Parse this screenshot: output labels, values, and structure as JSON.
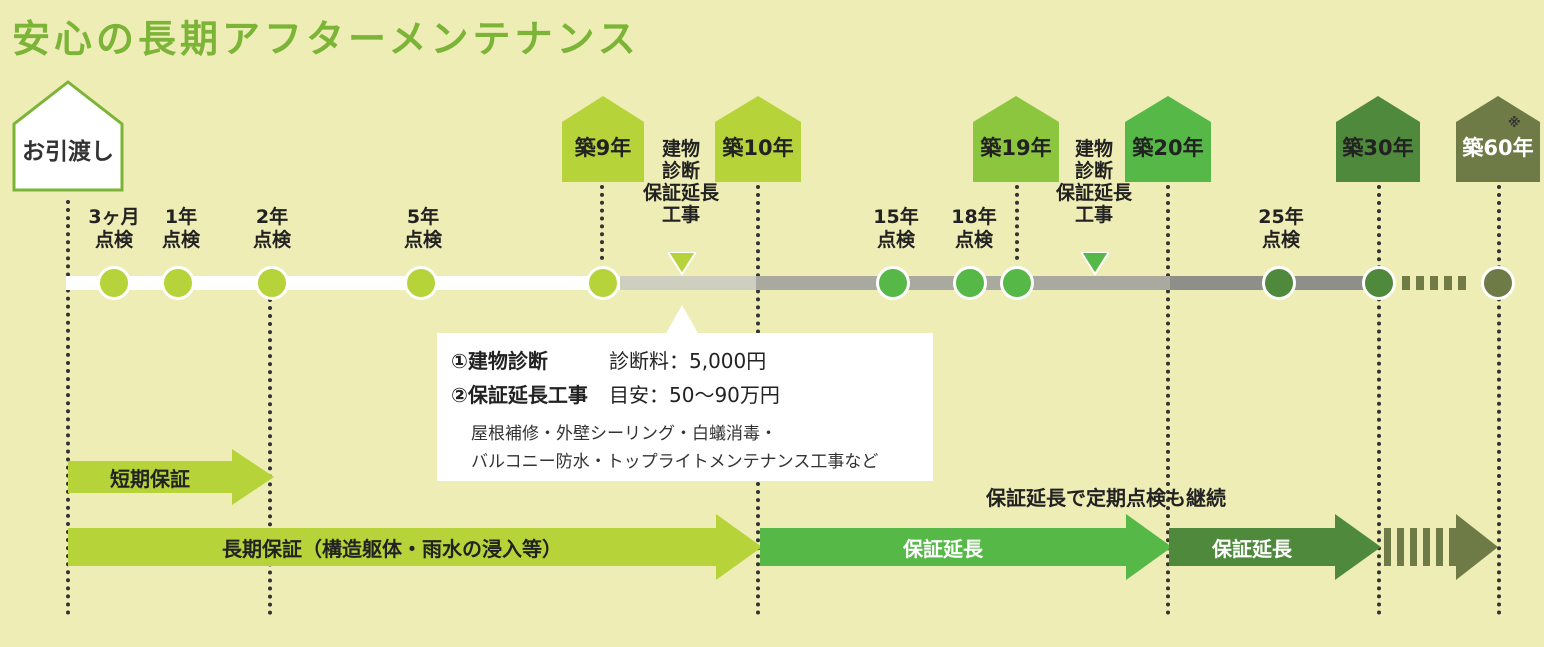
{
  "title": "安心の長期アフターメンテナンス",
  "colors": {
    "background": "#eeedb5",
    "title": "#7cb437",
    "light_green": "#b6d43a",
    "mid_green": "#56b846",
    "dark_green": "#4f8a3c",
    "olive": "#6f7b46"
  },
  "milestones": {
    "handover": "お引渡し",
    "y9": "築9年",
    "y10": "築10年",
    "y19": "築19年",
    "y20": "築20年",
    "y30": "築30年",
    "y60": "築60年",
    "y60_note": "※"
  },
  "inspections": {
    "m3": [
      "3ヶ月",
      "点検"
    ],
    "y1": [
      "1年",
      "点検"
    ],
    "y2": [
      "2年",
      "点検"
    ],
    "y5": [
      "5年",
      "点検"
    ],
    "y15": [
      "15年",
      "点検"
    ],
    "y18": [
      "18年",
      "点検"
    ],
    "y25": [
      "25年",
      "点検"
    ]
  },
  "construction_work": [
    "建物",
    "診断",
    "保証延長",
    "工事"
  ],
  "info_box": {
    "item1_label": "①建物診断",
    "item1_value": "診断料：5,000円",
    "item2_label": "②保証延長工事",
    "item2_value": "目安：50〜90万円",
    "detail_line1": "屋根補修・外壁シーリング・白蟻消毒・",
    "detail_line2": "バルコニー防水・トップライトメンテナンス工事など"
  },
  "warranty": {
    "short": "短期保証",
    "long": "長期保証（構造躯体・雨水の浸入等）",
    "extension1": "保証延長",
    "extension2": "保証延長",
    "continue_note": "保証延長で定期点検も継続"
  }
}
